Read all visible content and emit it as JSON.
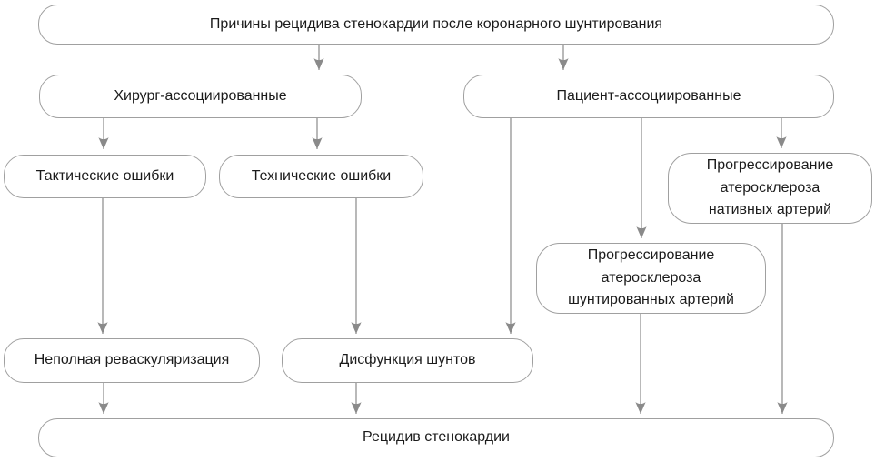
{
  "diagram": {
    "type": "flowchart",
    "language": "ru",
    "nodes": {
      "root": "Причины рецидива стенокардии после коронарного шунтирования",
      "surgeon": "Хирург-ассоциированные",
      "patient": "Пациент-ассоциированные",
      "tactical": "Тактические ошибки",
      "technical": "Технические ошибки",
      "native_atherosclerosis": "Прогрессирование\nатеросклероза\nнативных артерий",
      "graft_atherosclerosis": "Прогрессирование\nатеросклероза\nшунтированных артерий",
      "incomplete_revascularization": "Неполная реваскуляризация",
      "graft_dysfunction": "Дисфункция шунтов",
      "result": "Рецидив стенокардии"
    },
    "edges": [
      {
        "from": "root",
        "to": "surgeon"
      },
      {
        "from": "root",
        "to": "patient"
      },
      {
        "from": "surgeon",
        "to": "tactical"
      },
      {
        "from": "surgeon",
        "to": "technical"
      },
      {
        "from": "tactical",
        "to": "incomplete_revascularization"
      },
      {
        "from": "technical",
        "to": "graft_dysfunction"
      },
      {
        "from": "patient",
        "to": "graft_dysfunction"
      },
      {
        "from": "patient",
        "to": "graft_atherosclerosis"
      },
      {
        "from": "patient",
        "to": "native_atherosclerosis"
      },
      {
        "from": "incomplete_revascularization",
        "to": "result"
      },
      {
        "from": "graft_dysfunction",
        "to": "result"
      },
      {
        "from": "graft_atherosclerosis",
        "to": "result"
      },
      {
        "from": "native_atherosclerosis",
        "to": "result"
      }
    ],
    "colors": {
      "background": "#ffffff",
      "node_fill": "#ffffff",
      "node_border": "#a0a0a0",
      "arrow": "#8a8a8a",
      "text": "#1b1b1b"
    }
  }
}
